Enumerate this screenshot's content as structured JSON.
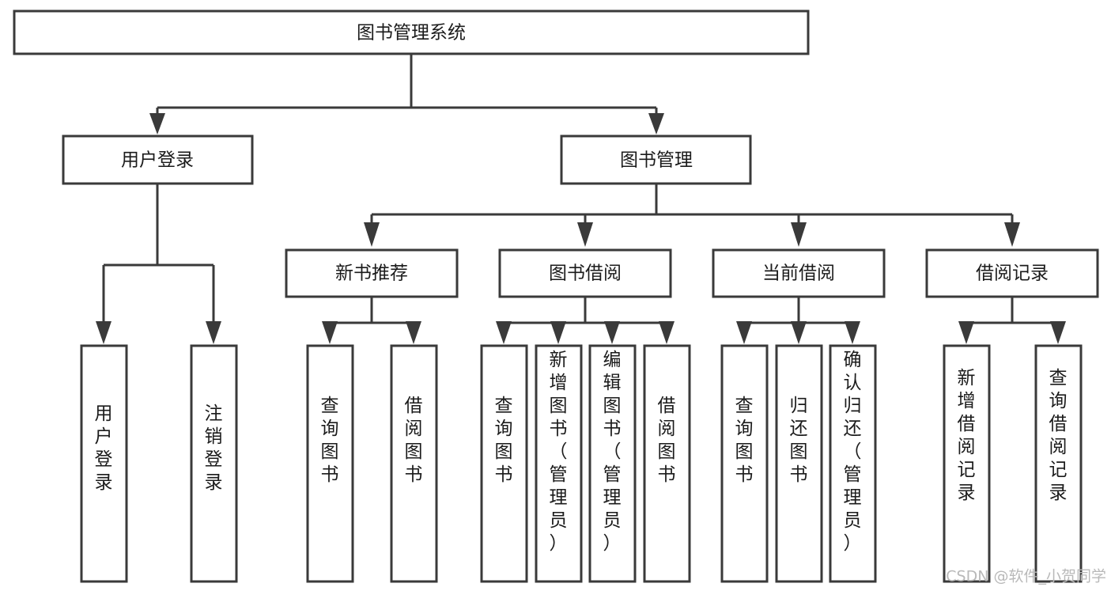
{
  "diagram": {
    "title": "图书管理系统",
    "type": "tree-hierarchy-chart",
    "colors": {
      "box_border": "#3a3a3a",
      "box_fill": "#ffffff",
      "connector": "#3a3a3a",
      "text": "#1b1b1b",
      "background": "#ffffff",
      "watermark": "#b9b9b9"
    },
    "root": {
      "label": "图书管理系统"
    },
    "level2": [
      {
        "label": "用户登录"
      },
      {
        "label": "图书管理"
      }
    ],
    "level3": [
      {
        "label": "新书推荐"
      },
      {
        "label": "图书借阅"
      },
      {
        "label": "当前借阅"
      },
      {
        "label": "借阅记录"
      }
    ],
    "leaves": {
      "user_login": [
        {
          "label": "用户登录"
        },
        {
          "label": "注销登录"
        }
      ],
      "new_book_recommend": [
        {
          "label": "查询图书"
        },
        {
          "label": "借阅图书"
        }
      ],
      "book_borrow": [
        {
          "label": "查询图书"
        },
        {
          "label": "新增图书（管理员）"
        },
        {
          "label": "编辑图书（管理员）"
        },
        {
          "label": "借阅图书"
        }
      ],
      "current_borrow": [
        {
          "label": "查询图书"
        },
        {
          "label": "归还图书"
        },
        {
          "label": "确认归还（管理员）"
        }
      ],
      "borrow_record": [
        {
          "label": "新增借阅记录"
        },
        {
          "label": "查询借阅记录"
        }
      ]
    },
    "watermark": "CSDN @软件_小贺同学"
  }
}
